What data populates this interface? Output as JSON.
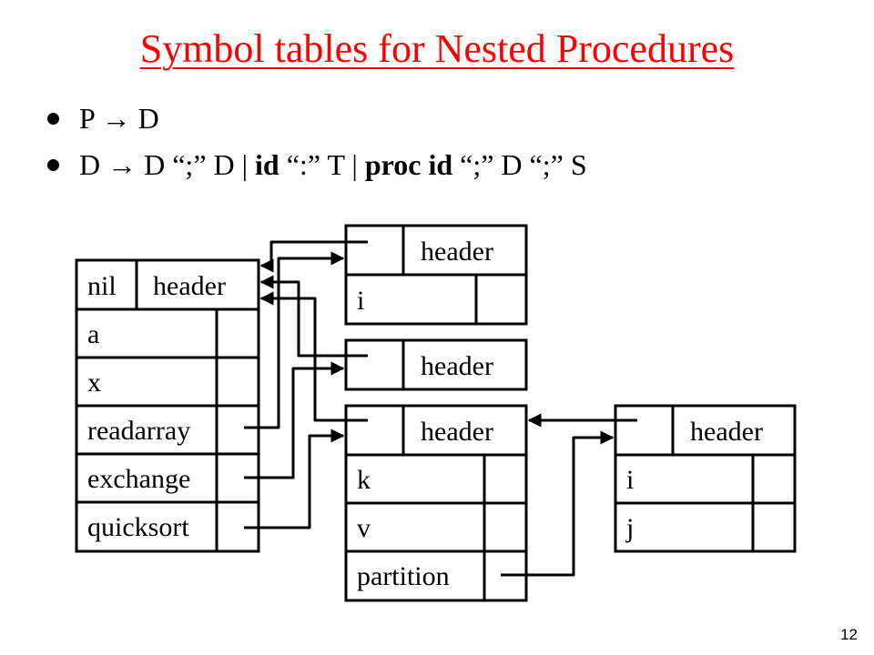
{
  "title": "Symbol tables for Nested Procedures",
  "bullets": {
    "b1": {
      "text": "P → D"
    },
    "b2": {
      "p1": "D → D “;” D | ",
      "k1": "id",
      "p2": " “:” T | ",
      "k2": "proc id",
      "p3": " “;” D “;” S"
    }
  },
  "tables": {
    "outer": {
      "nil": "nil",
      "header": "header",
      "rows": [
        "a",
        "x",
        "readarray",
        "exchange",
        "quicksort"
      ]
    },
    "readarray": {
      "header": "header",
      "rows": [
        "i"
      ]
    },
    "exchange": {
      "header": "header"
    },
    "quicksort": {
      "header": "header",
      "rows": [
        "k",
        "v",
        "partition"
      ]
    },
    "partition": {
      "header": "header",
      "rows": [
        "i",
        "j"
      ]
    }
  },
  "page_number": "12"
}
